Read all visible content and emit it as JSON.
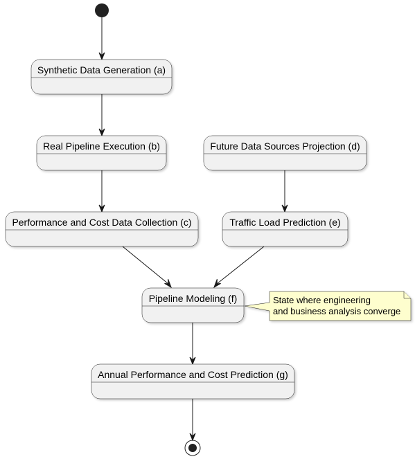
{
  "states": {
    "a": "Synthetic Data Generation (a)",
    "b": "Real Pipeline Execution (b)",
    "c": "Performance and Cost Data Collection (c)",
    "d": "Future Data Sources Projection (d)",
    "e": "Traffic Load Prediction (e)",
    "f": "Pipeline Modeling (f)",
    "g": "Annual Performance and Cost Prediction (g)"
  },
  "note": {
    "line1": "State where engineering",
    "line2": "and business analysis converge"
  },
  "transitions": [
    [
      "start",
      "a"
    ],
    [
      "a",
      "b"
    ],
    [
      "b",
      "c"
    ],
    [
      "d",
      "e"
    ],
    [
      "c",
      "f"
    ],
    [
      "e",
      "f"
    ],
    [
      "f",
      "g"
    ],
    [
      "g",
      "end"
    ]
  ]
}
